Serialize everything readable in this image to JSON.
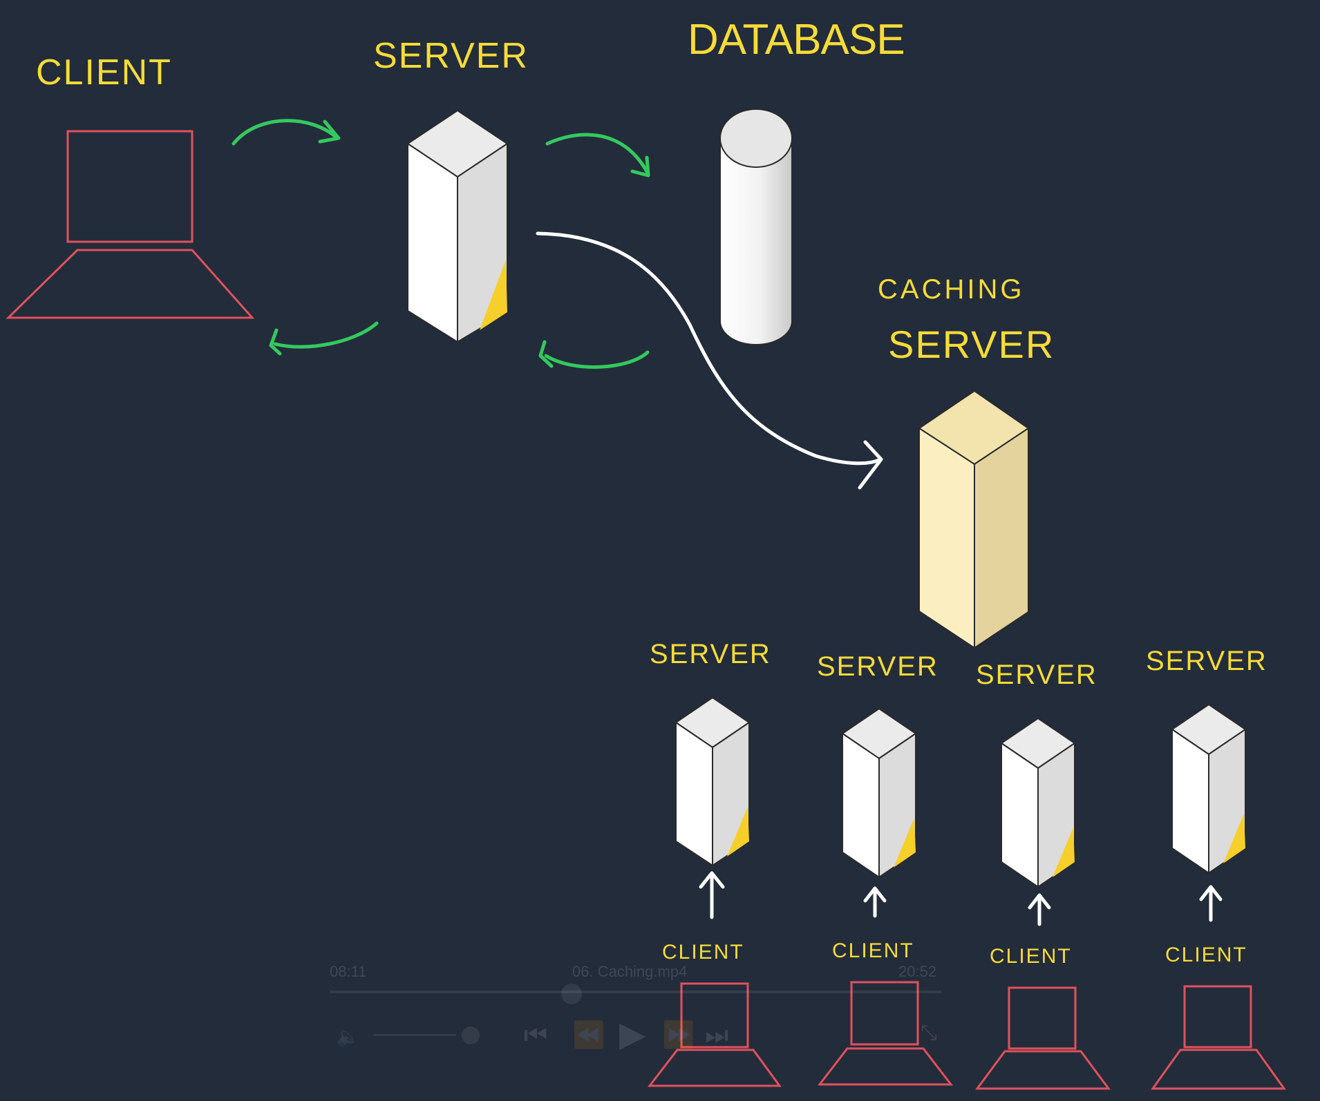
{
  "diagram": {
    "labels": {
      "client_top": "CLIENT",
      "server_top": "SERVER",
      "database": "DATABASE",
      "caching_line1": "CACHING",
      "caching_line2": "SERVER",
      "bottom_servers": [
        "SERVER",
        "SERVER",
        "SERVER",
        "SERVER"
      ],
      "bottom_clients": [
        "CLIENT",
        "CLIENT",
        "CLIENT",
        "CLIENT"
      ]
    },
    "colors": {
      "background": "#232c3b",
      "label": "#f7dc37",
      "laptop_outline": "#e0525c",
      "request_arrow": "#34c95e",
      "cache_arrow": "#ffffff",
      "server_face_left": "#ffffff",
      "server_face_right": "#dcdcdc",
      "server_top": "#ebebeb",
      "server_accent": "#f6cf2a",
      "cache_server": "#fbefc2"
    }
  },
  "player": {
    "elapsed": "08:11",
    "filename": "06. Caching.mp4",
    "duration": "20:52"
  }
}
